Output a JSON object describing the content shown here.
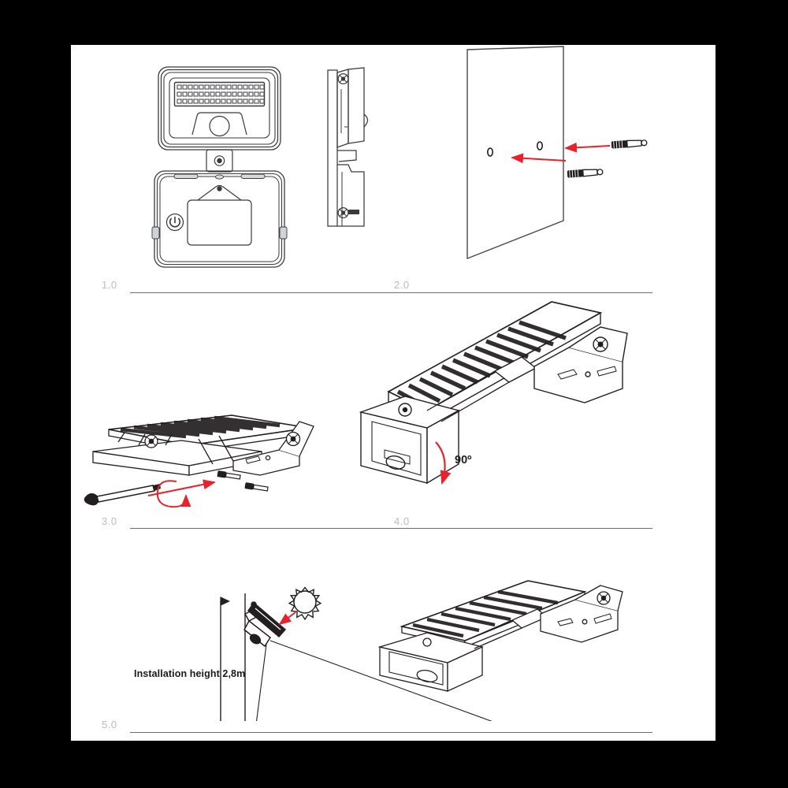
{
  "document": {
    "type": "installation-instruction-sheet",
    "product": "solar LED floodlight with PIR motion sensor",
    "page_background": "#ffffff",
    "canvas_background": "#000000",
    "line_color": "#231f20",
    "accent_color": "#e8212b",
    "label_color": "#b9bcc2",
    "divider_color": "#6d6f73"
  },
  "steps": [
    {
      "id": "step-1",
      "label": "1.0",
      "title": "Product views",
      "views": [
        "front-view",
        "side-view"
      ],
      "components": [
        "led-array",
        "pir-sensor",
        "hinge-bracket",
        "battery-compartment",
        "power-button"
      ],
      "led_array": {
        "rows": 3,
        "columns": 16
      }
    },
    {
      "id": "step-2",
      "label": "2.0",
      "title": "Drill wall holes and insert anchors",
      "views": [
        "wall-panel"
      ],
      "hole_count": 2,
      "anchor_count": 2,
      "arrow_count": 2,
      "arrow_color": "#e8212b"
    },
    {
      "id": "step-3",
      "label": "3.0",
      "title": "Loosen bracket screw with screwdriver",
      "views": [
        "isometric-flat"
      ],
      "tools": [
        "screwdriver"
      ],
      "annotations": [
        "rotation-arrow",
        "direction-arrow"
      ],
      "arrow_color": "#e8212b"
    },
    {
      "id": "step-4",
      "label": "4.0",
      "title": "Rotate solar panel",
      "views": [
        "isometric-tilted"
      ],
      "angle_label": "90º",
      "arrow_color": "#e8212b"
    },
    {
      "id": "step-5",
      "label": "5.0",
      "title": "Mounting height and detection range",
      "views": [
        "elevation-diagram",
        "isometric-mounted"
      ],
      "height_label": "Installation height 2,8m",
      "sun_icon": "sun-icon",
      "sun_arrow_color": "#e8212b"
    }
  ]
}
